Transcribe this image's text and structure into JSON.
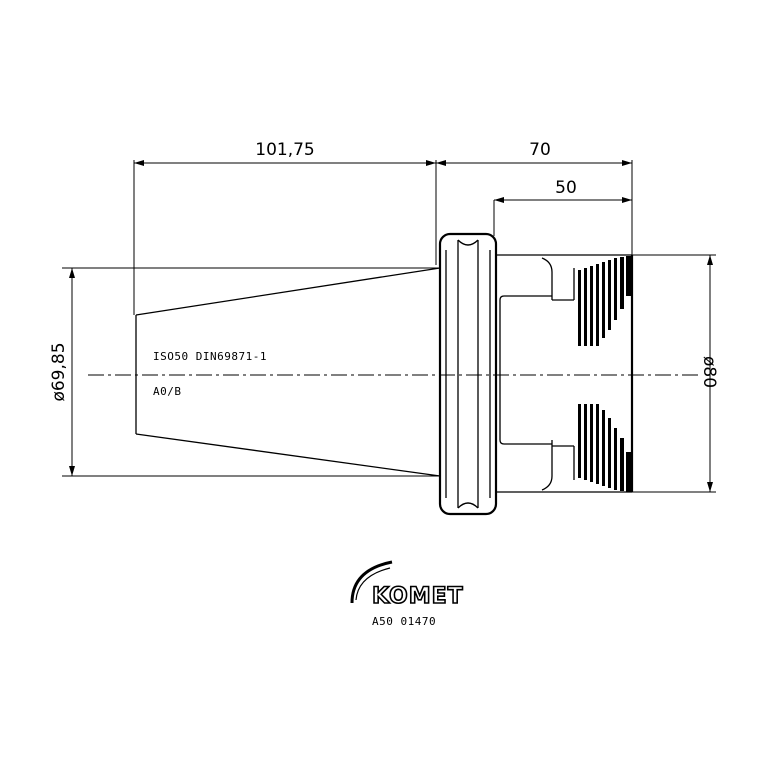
{
  "dimensions": {
    "taper_length": "101,75",
    "overall_length": "70",
    "bore_depth": "50",
    "taper_diameter": "ø69,85",
    "outer_diameter": "ø80"
  },
  "notes": {
    "standard": "ISO50 DIN69871-1",
    "form": "A0/B"
  },
  "logo": {
    "brand": "KOMET"
  },
  "part_number": "A50 01470"
}
